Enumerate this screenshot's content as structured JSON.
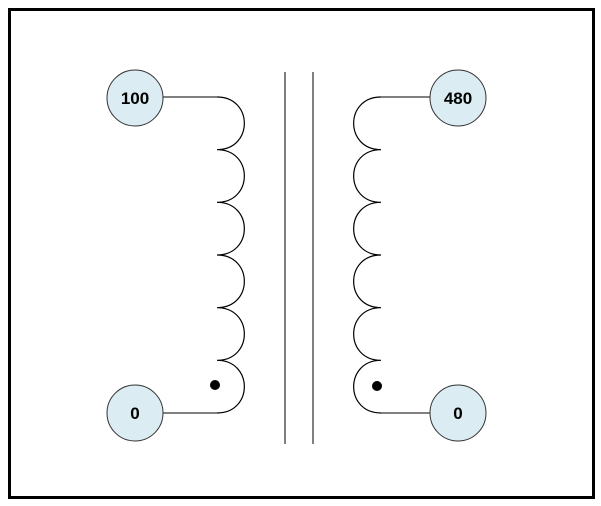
{
  "diagram": {
    "type": "transformer",
    "primary": {
      "top_terminal": "100",
      "bottom_terminal": "0",
      "turns": 6
    },
    "secondary": {
      "top_terminal": "480",
      "bottom_terminal": "0",
      "turns": 6
    },
    "colors": {
      "terminal_fill": "#dbecf2",
      "stroke": "#000000"
    }
  }
}
